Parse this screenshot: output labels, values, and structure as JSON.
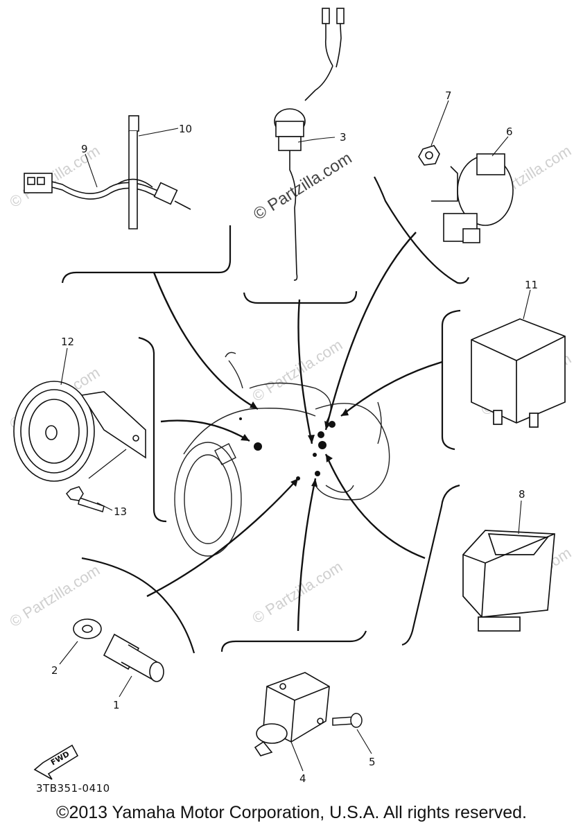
{
  "watermarks": {
    "center": "© Partzilla.com",
    "repeat": "© Partzilla.com"
  },
  "callouts": [
    "1",
    "2",
    "3",
    "4",
    "5",
    "6",
    "7",
    "8",
    "9",
    "10",
    "11",
    "12",
    "13"
  ],
  "fwd_label": "FWD",
  "diagram_code": "3TB351-0410",
  "copyright": "©2013  Yamaha Motor Corporation, U.S.A. All rights reserved."
}
